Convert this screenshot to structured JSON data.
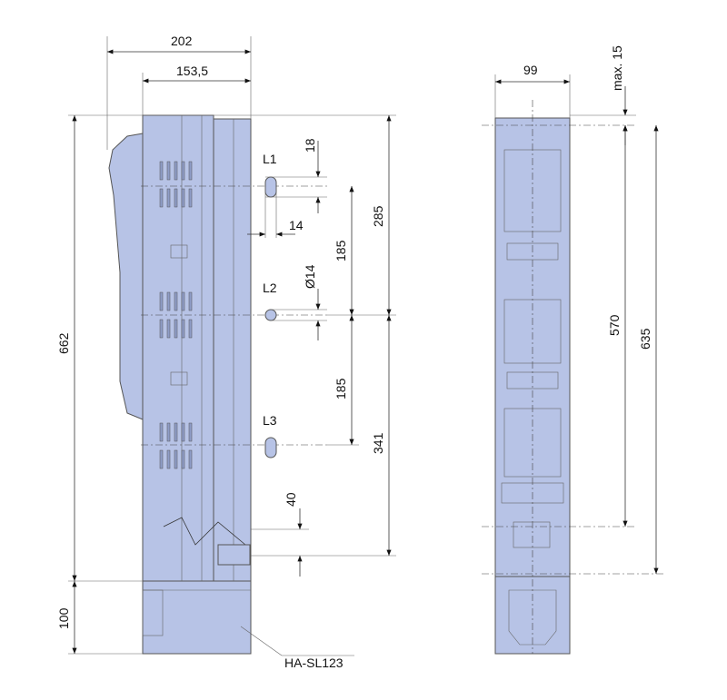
{
  "side_view": {
    "width_overall": "202",
    "width_body": "153,5",
    "height_main": "662",
    "height_base": "100",
    "to_l2_top": "285",
    "l1_l2": "185",
    "l2_l3": "185",
    "l2_to_bottom": "341",
    "slot_length": "18",
    "slot_offset": "14",
    "hole_diameter": "Ø14",
    "bottom_offset": "40",
    "phase_labels": [
      "L1",
      "L2",
      "L3"
    ],
    "base_label": "HA-SL123"
  },
  "front_view": {
    "width": "99",
    "max_top": "max. 15",
    "mount_distance": "570",
    "overall": "635"
  },
  "colors": {
    "body": "#b7c3e6",
    "line": "#333333"
  }
}
